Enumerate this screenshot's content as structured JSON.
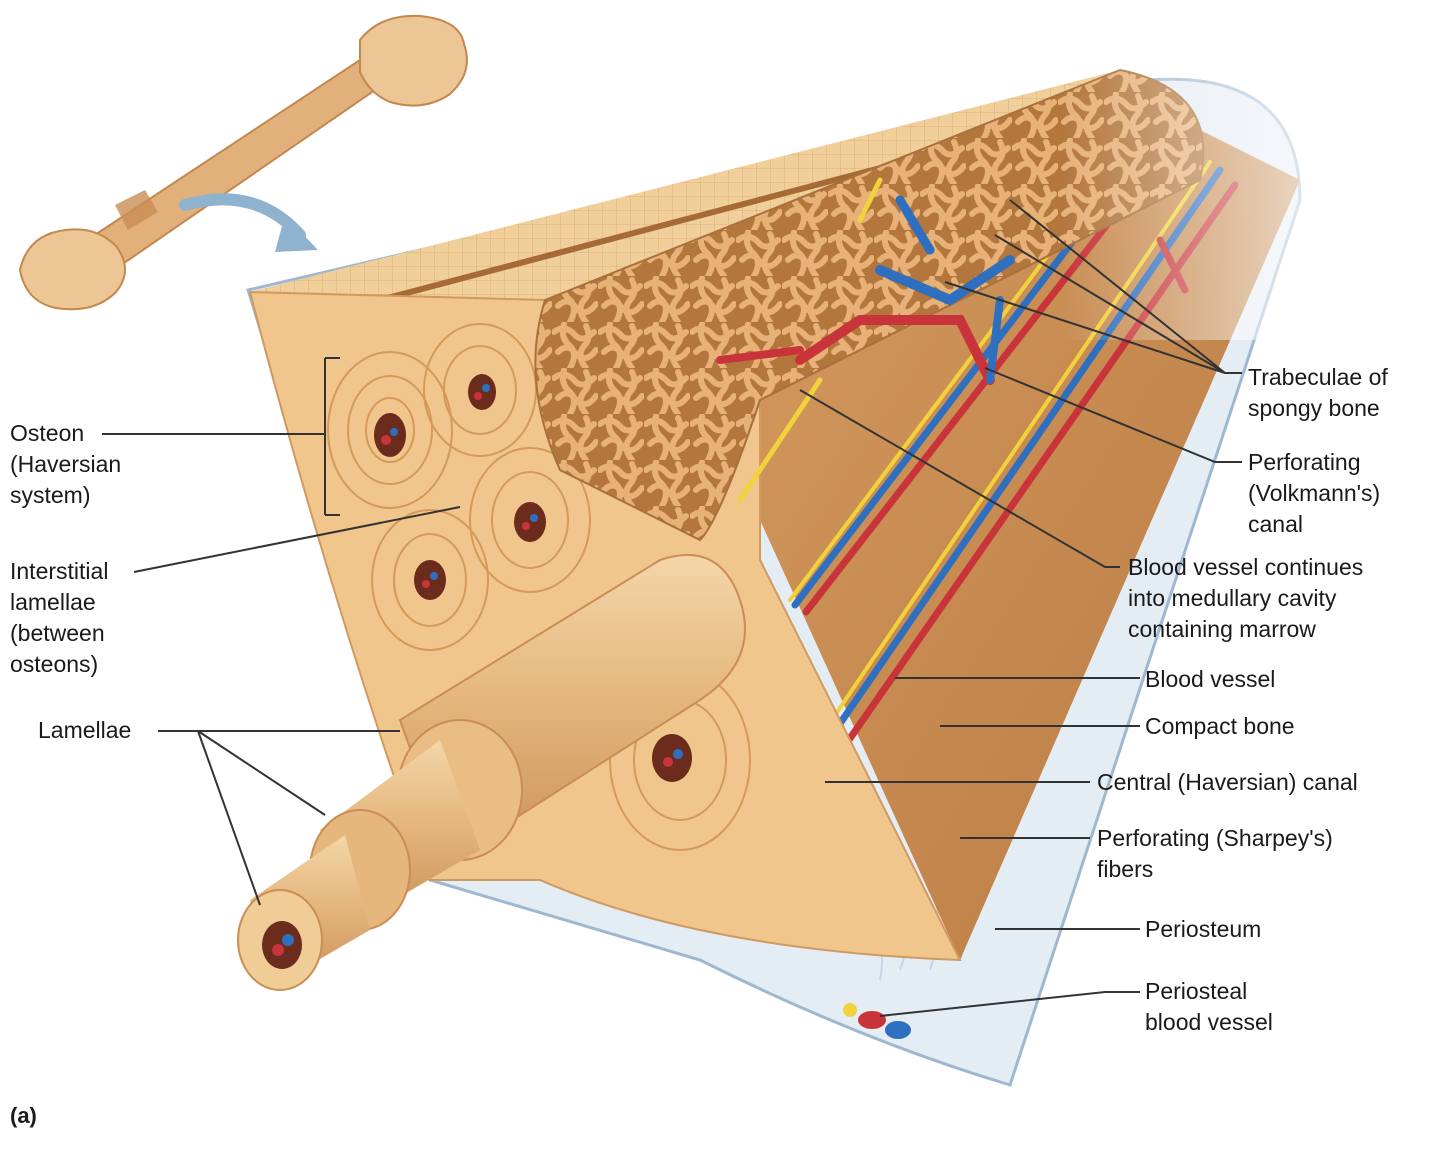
{
  "panel_letter": "(a)",
  "labels": {
    "osteon": [
      "Osteon",
      "(Haversian",
      "system)"
    ],
    "interstitial": [
      "Interstitial",
      "lamellae",
      "(between",
      "osteons)"
    ],
    "lamellae": [
      "Lamellae"
    ],
    "trabeculae": [
      "Trabeculae of",
      "spongy bone"
    ],
    "perforating_canal": [
      "Perforating",
      "(Volkmann's)",
      "canal"
    ],
    "blood_vessel_continues": [
      "Blood vessel continues",
      "into medullary cavity",
      "containing marrow"
    ],
    "blood_vessel": [
      "Blood vessel"
    ],
    "compact_bone": [
      "Compact bone"
    ],
    "central_canal": [
      "Central (Haversian) canal"
    ],
    "sharpey_fibers": [
      "Perforating (Sharpey's)",
      "fibers"
    ],
    "periosteum": [
      "Periosteum"
    ],
    "periosteal_vessel": [
      "Periosteal",
      "blood vessel"
    ]
  },
  "colors": {
    "bone": "#e8b97e",
    "bone_dark": "#c98a4e",
    "bone_light": "#f3d4a4",
    "periosteum": "#dfe8f2",
    "artery": "#c8343a",
    "vein": "#2e6fc0",
    "nerve": "#f2d23a",
    "leader": "#333333"
  }
}
